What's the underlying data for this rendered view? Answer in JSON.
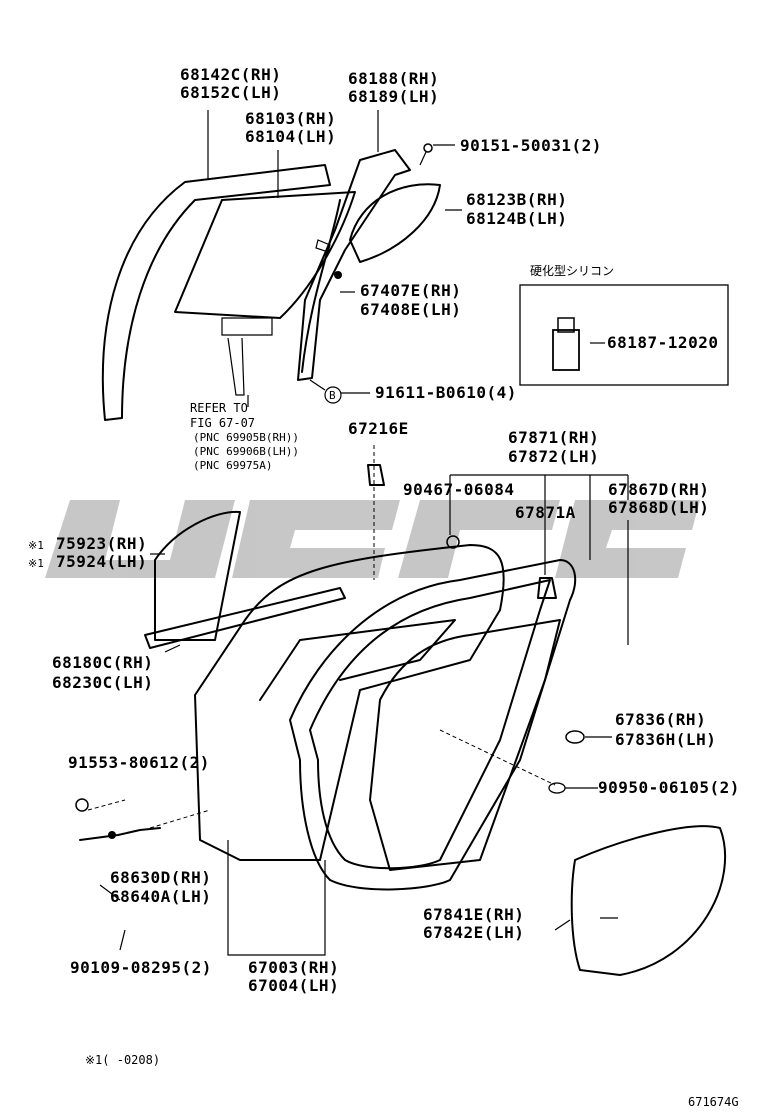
{
  "labels": {
    "p68142": "68142C(RH)",
    "p68152": "68152C(LH)",
    "p68188": "68188(RH)",
    "p68189": "68189(LH)",
    "p68103": "68103(RH)",
    "p68104": "68104(LH)",
    "p90151": "90151-50031(2)",
    "p68123": "68123B(RH)",
    "p68124": "68124B(LH)",
    "silicone": "硬化型シリコン",
    "p67407": "67407E(RH)",
    "p67408": "67408E(LH)",
    "p68187": "68187-12020",
    "p91611": "91611-B0610(4)",
    "callout_b": "B",
    "refer1": "REFER TO",
    "refer2": "FIG 67-07",
    "pnc1": "(PNC 69905B(RH))",
    "pnc2": "(PNC 69906B(LH))",
    "pnc3": "(PNC 69975A)",
    "p67216": "67216E",
    "p67871": "67871(RH)",
    "p67872": "67872(LH)",
    "p90467": "90467-06084",
    "p67867": "67867D(RH)",
    "p67871a": "67871A",
    "p67868": "67868D(LH)",
    "p75923": "75923(RH)",
    "p75924": "75924(LH)",
    "mark": "※1",
    "p68180": "68180C(RH)",
    "p68230": "68230C(LH)",
    "p67836rh": "67836(RH)",
    "p67836lh": "67836H(LH)",
    "p91553": "91553-80612(2)",
    "p90950": "90950-06105(2)",
    "p68630": "68630D(RH)",
    "p68640": "68640A(LH)",
    "p67841": "67841E(RH)",
    "p67842": "67842E(LH)",
    "p90109": "90109-08295(2)",
    "p67003": "67003(RH)",
    "p67004": "67004(LH)",
    "footnote": "※1(      -0208)",
    "figure_id": "671674G"
  }
}
